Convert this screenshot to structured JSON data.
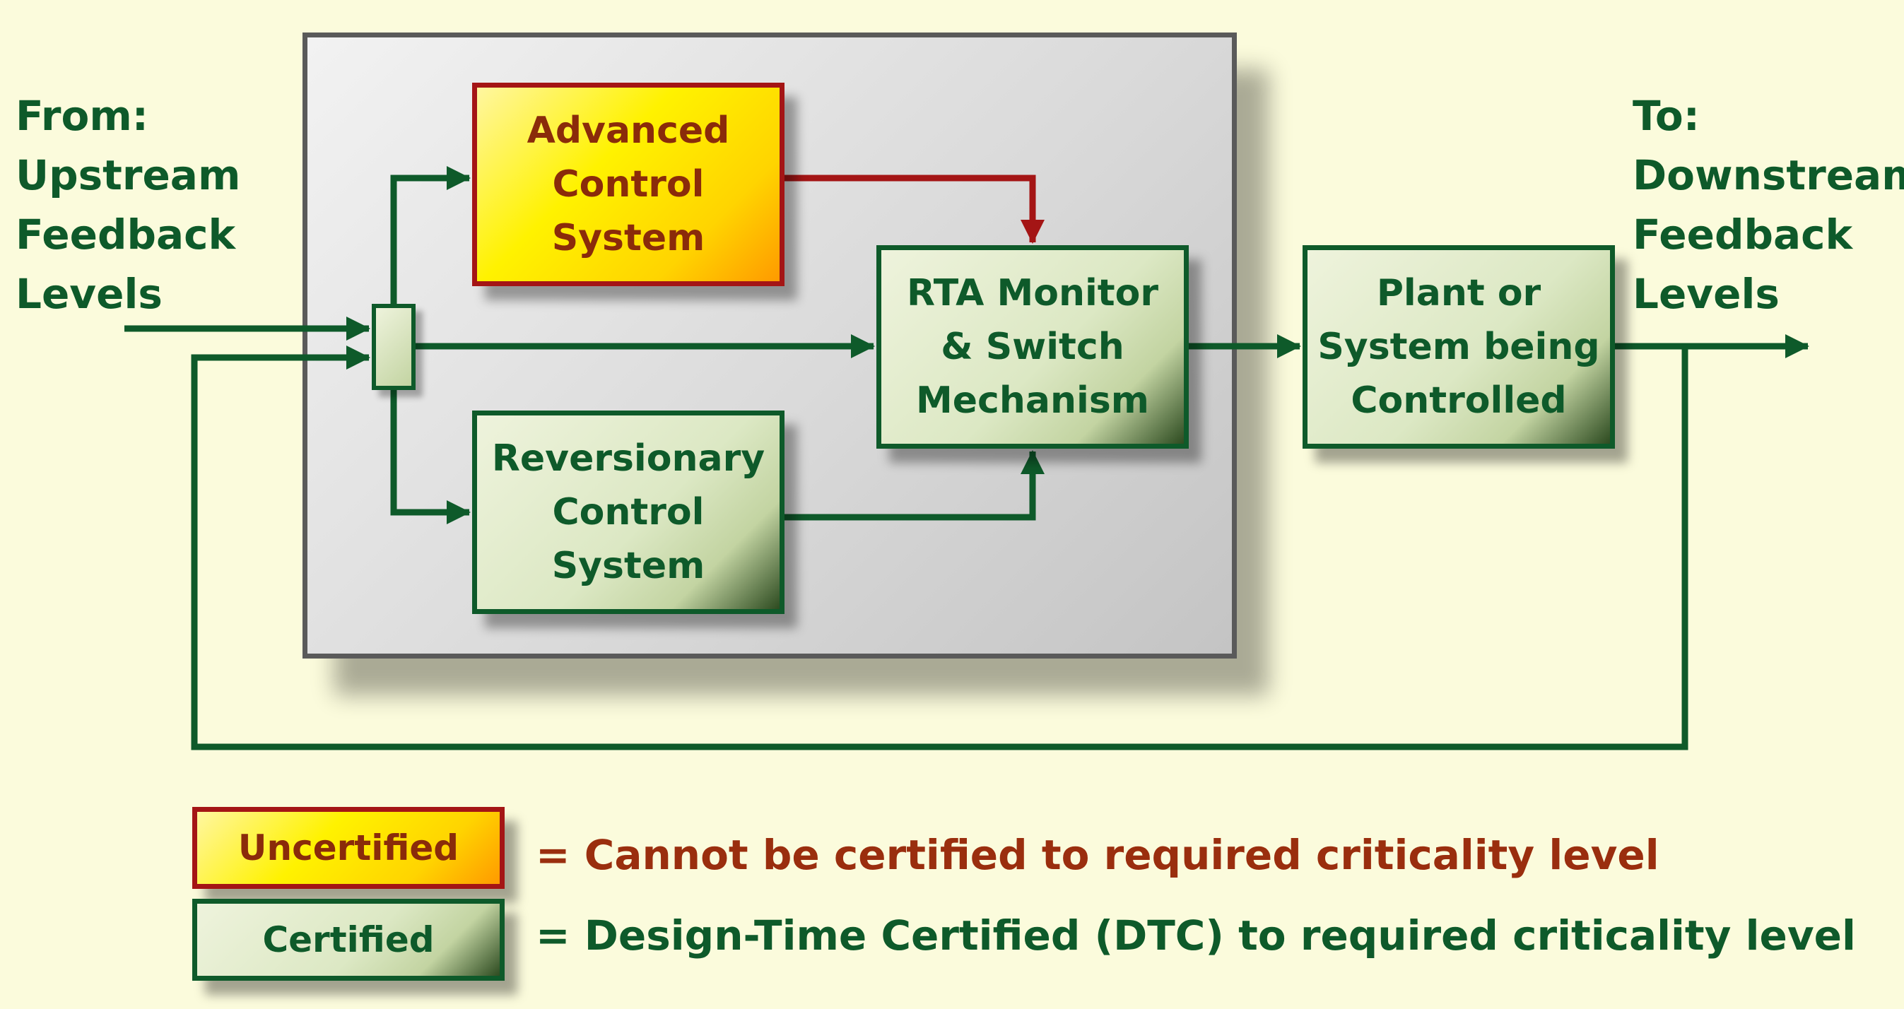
{
  "input_label": {
    "lines": [
      "From:",
      "Upstream",
      "Feedback",
      "Levels"
    ]
  },
  "output_label": {
    "lines": [
      "To:",
      "Downstream",
      "Feedback",
      "Levels"
    ]
  },
  "blocks": {
    "advanced_control": {
      "lines": [
        "Advanced",
        "Control",
        "System"
      ],
      "status": "uncertified"
    },
    "reversionary_control": {
      "lines": [
        "Reversionary",
        "Control",
        "System"
      ],
      "status": "certified"
    },
    "rta_monitor": {
      "lines": [
        "RTA Monitor",
        "& Switch",
        "Mechanism"
      ],
      "status": "certified"
    },
    "plant": {
      "lines": [
        "Plant or",
        "System being",
        "Controlled"
      ],
      "status": "certified"
    }
  },
  "legend": {
    "uncertified": {
      "label": "Uncertified",
      "description": "= Cannot be certified to required criticality level"
    },
    "certified": {
      "label": "Certified",
      "description": "= Design-Time Certified (DTC) to required criticality level"
    }
  },
  "colors": {
    "background": "#fbfbdc",
    "certified_green": "#0e5a2a",
    "uncertified_border": "#a41515",
    "uncertified_fill": "#fff200",
    "container_border": "#5a5a5a"
  }
}
